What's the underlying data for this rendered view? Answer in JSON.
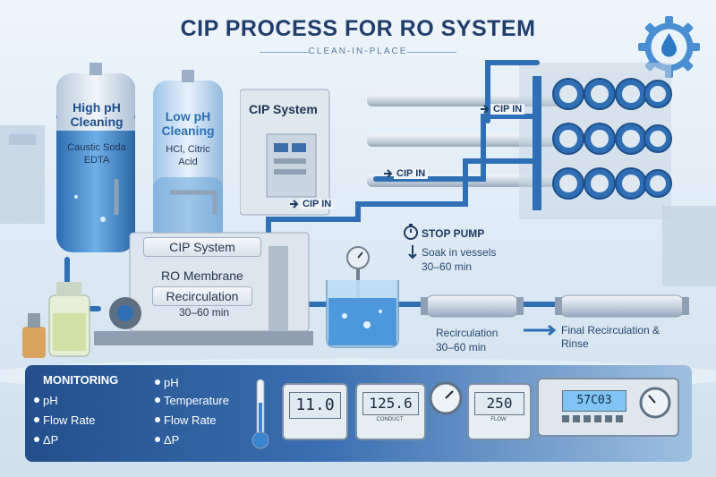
{
  "header": {
    "title": "CIP PROCESS FOR RO SYSTEM",
    "subtitle": "CLEAN-IN-PLACE"
  },
  "tanks": [
    {
      "name": "High pH Cleaning",
      "chemicals": "Caustic Soda EDTA"
    },
    {
      "name": "Low pH Cleaning",
      "chemicals": "HCl, Citric Acid"
    }
  ],
  "cabinet_label": "CIP System",
  "skid": {
    "top_label": "CIP System",
    "mid_label": "RO Membrane",
    "recirc_label": "Recirculation",
    "recirc_time": "30–60 min"
  },
  "cip_in_labels": [
    "CIP IN",
    "CIP IN",
    "CIP IN"
  ],
  "stop_pump": {
    "label": "STOP PUMP",
    "soak": "Soak in vessels",
    "time": "30–60 min"
  },
  "flow": {
    "recirculation": "Recirculation",
    "recirculation_time": "30–60 min",
    "final": "Final Recirculation & Rinse"
  },
  "monitoring": {
    "heading": "MONITORING",
    "left_items": [
      "pH",
      "Flow Rate",
      "ΔP"
    ],
    "right_items": [
      "pH",
      "Temperature",
      "Flow Rate",
      "ΔP"
    ]
  },
  "displays": {
    "d1": "11.0",
    "d2": "125.6",
    "d2_sub": "CONDUCT",
    "d3": "250",
    "d3_sub": "FLOW",
    "controller": "57C03"
  },
  "colors": {
    "title": "#1f3e6e",
    "pipe_blue": "#2f6fb5",
    "panel": "#2c5e9e",
    "tank_blue": "#3f86c9"
  },
  "icons": [
    "water-drop-gear-icon",
    "timer-icon",
    "thermometer-icon",
    "pressure-gauge-icon",
    "arrow-right-icon"
  ]
}
